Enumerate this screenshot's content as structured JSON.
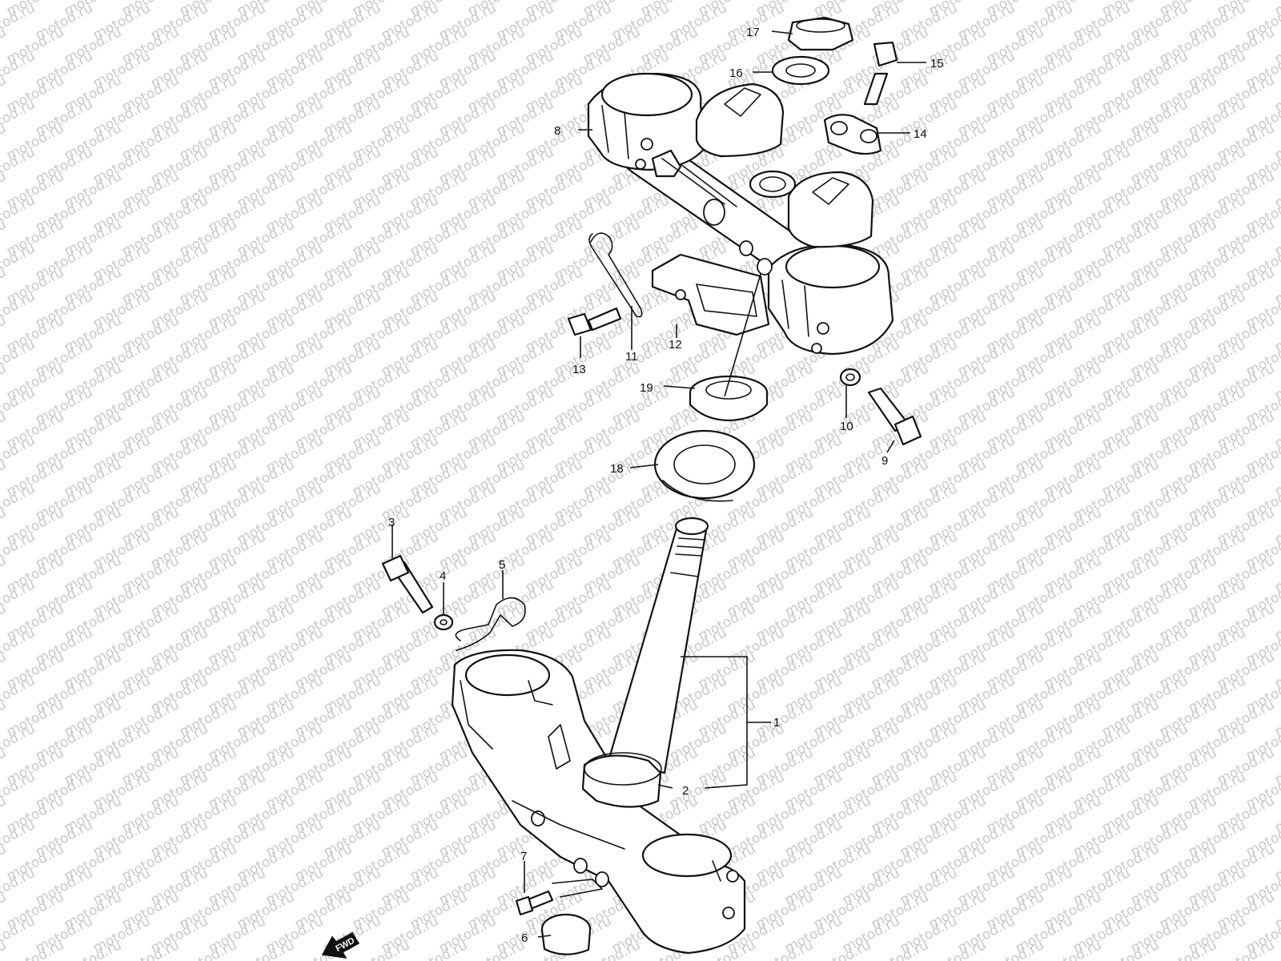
{
  "watermark": "motod.ru",
  "fwd_label": "FWD",
  "callouts": {
    "c1": "1",
    "c2": "2",
    "c3": "3",
    "c4": "4",
    "c5": "5",
    "c6": "6",
    "c7": "7",
    "c8": "8",
    "c9": "9",
    "c10": "10",
    "c11": "11",
    "c12": "12",
    "c13": "13",
    "c14": "14",
    "c15": "15",
    "c16": "16",
    "c17": "17",
    "c18": "18",
    "c19": "19"
  }
}
